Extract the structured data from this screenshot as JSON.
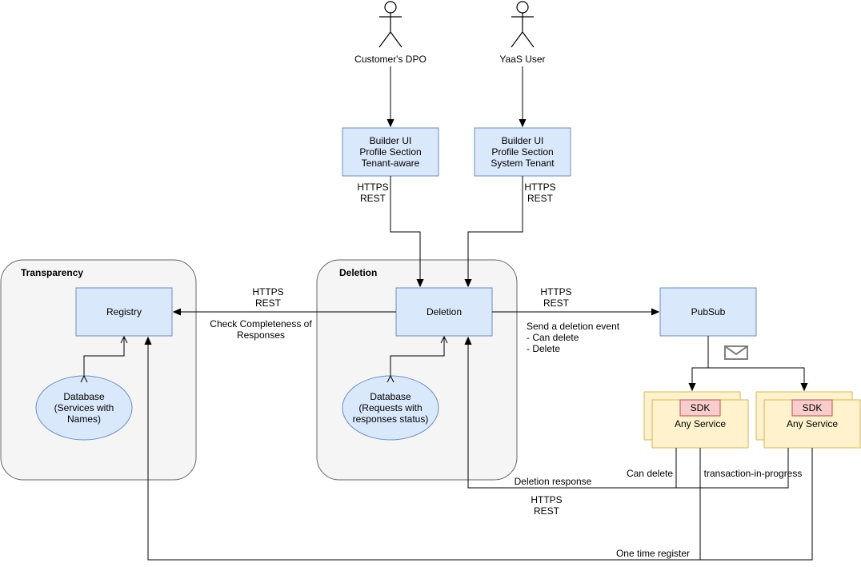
{
  "actors": {
    "customer_dpo": "Customer's DPO",
    "yaas_user": "YaaS User"
  },
  "builder_ui_tenant": [
    "Builder UI",
    "Profile Section",
    "Tenant-aware"
  ],
  "builder_ui_system": [
    "Builder UI",
    "Profile Section",
    "System Tenant"
  ],
  "containers": {
    "transparency": "Transparency",
    "deletion": "Deletion"
  },
  "nodes": {
    "registry": "Registry",
    "deletion": "Deletion",
    "pubsub": "PubSub",
    "registry_db": [
      "Database",
      "(Services with",
      "Names)"
    ],
    "deletion_db": [
      "Database",
      "(Requests with",
      "responses status)"
    ],
    "sdk": "SDK",
    "any_service": "Any Service"
  },
  "edge_labels": {
    "https": "HTTPS",
    "rest": "REST",
    "check_completeness": [
      "Check Completeness of",
      "Responses"
    ],
    "send_event": [
      "Send a deletion event",
      "- Can delete",
      "- Delete"
    ],
    "can_delete": "Can delete",
    "transaction_in_progress": "transaction-in-progress",
    "deletion_response": "Deletion response",
    "one_time_register": "One time register"
  },
  "colors": {
    "container_fill": "#f5f5f5",
    "blue_fill": "#dae8fc",
    "blue_stroke": "#6c8ebf",
    "yellow_fill": "#fff2cc",
    "yellow_stroke": "#d6b656",
    "red_fill": "#f8cecc",
    "red_stroke": "#b85450"
  }
}
